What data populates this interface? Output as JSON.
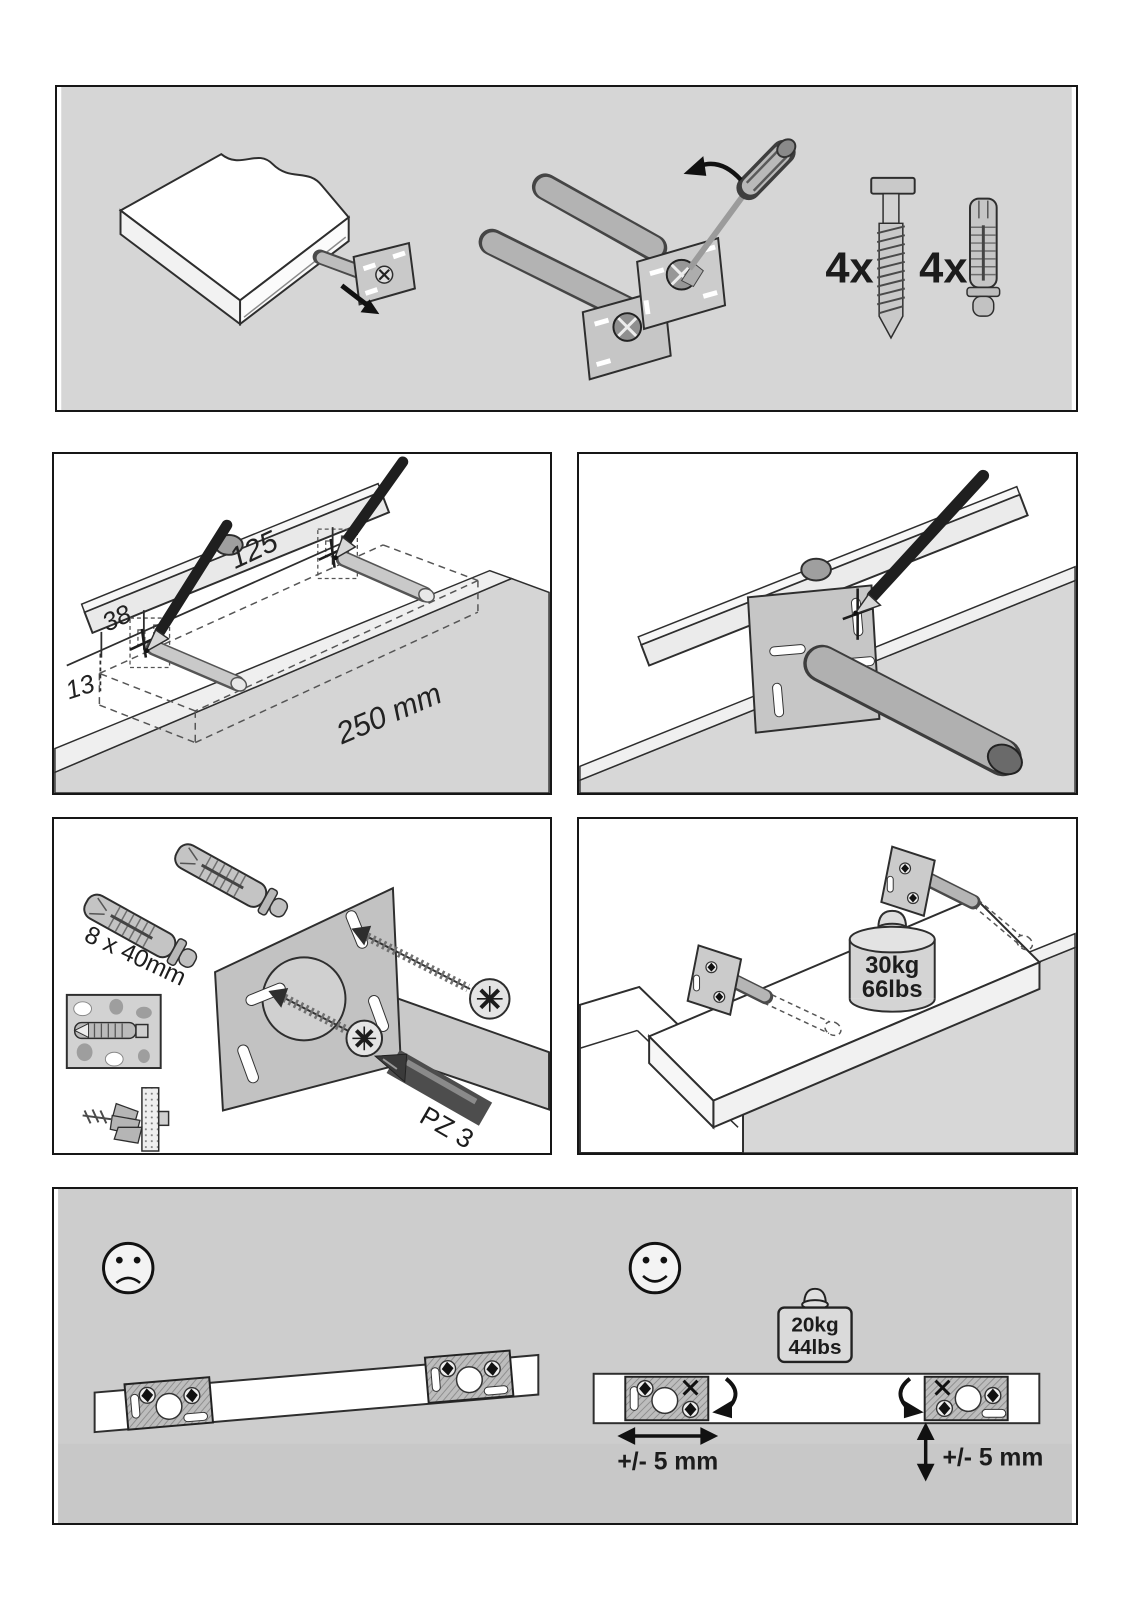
{
  "document": {
    "kind": "shelf-mounting-assembly-instructions",
    "page_background": "#ffffff",
    "panel_border_color": "#161616",
    "panel_fill_gray": "#d6d6d6"
  },
  "hardware_panel": {
    "screw_qty": "4x",
    "plug_qty": "4x"
  },
  "marking_panel": {
    "spacing_between_holes": "125",
    "edge_offset": "38",
    "bottom_offset": "13",
    "shelf_length": "250 mm"
  },
  "drill_panel": {
    "plug_size": "8 x 40mm",
    "bit_label": "PZ 3"
  },
  "load_panel": {
    "max_load_kg": "30kg",
    "max_load_lbs": "66lbs"
  },
  "adjust_panel": {
    "test_load_kg": "20kg",
    "test_load_lbs": "44lbs",
    "horizontal_adjustment": "+/- 5 mm",
    "vertical_adjustment": "+/- 5 mm"
  }
}
